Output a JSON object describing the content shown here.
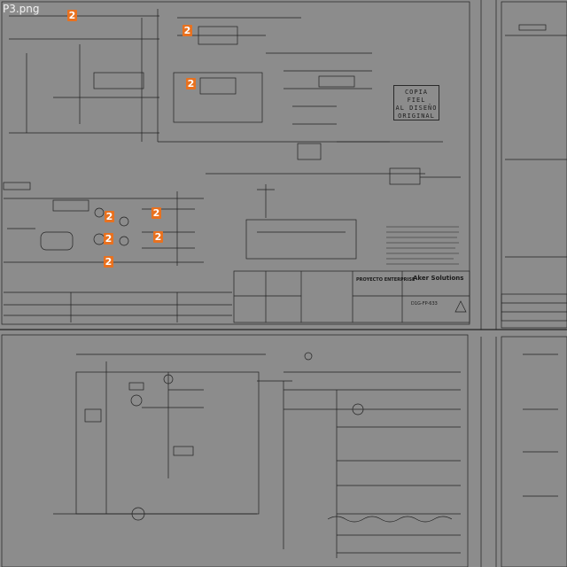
{
  "file_name": "P3.png",
  "stamp": {
    "line1": "COPIA FIEL",
    "line2": "AL DISEÑO",
    "line3": "ORIGINAL"
  },
  "title_block": {
    "project": "PROYECTO ENTERPRISE",
    "company": "Aker Solutions",
    "drawing_no": "D1G-FP-633"
  },
  "markers": [
    {
      "label": "2"
    },
    {
      "label": "2"
    },
    {
      "label": "2"
    },
    {
      "label": "2"
    },
    {
      "label": "2"
    },
    {
      "label": "2"
    },
    {
      "label": "2"
    },
    {
      "label": "2"
    }
  ],
  "colors": {
    "background": "#8c8c8c",
    "ink": "#1e1e1e",
    "marker": "#e8711f"
  }
}
